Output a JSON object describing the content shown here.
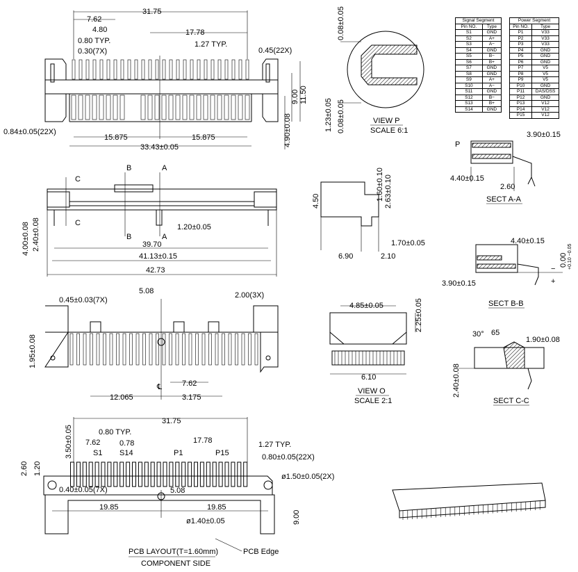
{
  "top_view": {
    "d1": "31.75",
    "d2": "7.62",
    "d3": "4.80",
    "d4": "17.78",
    "d5": "0.80 TYP.",
    "d6": "1.27 TYP.",
    "d7": "0.30(7X)",
    "d8": "0.45(22X)",
    "d9": "11.50",
    "d10": "9.00",
    "d11": "0.84±0.05(22X)",
    "d12": "15.875",
    "d13": "15.875",
    "d14": "33.43±0.05",
    "d15": "4.90±0.08"
  },
  "view_p": {
    "d1": "0.08±0.05",
    "d2": "1.23±0.05",
    "d3": "0.08±0.05",
    "title": "VIEW P",
    "scale": "SCALE 6:1"
  },
  "signal_table": {
    "title": "Signal Segment",
    "headers": [
      "Pin NO.",
      "Type"
    ],
    "rows": [
      [
        "S1",
        "GND"
      ],
      [
        "S2",
        "A+"
      ],
      [
        "S3",
        "A−"
      ],
      [
        "S4",
        "GND"
      ],
      [
        "S5",
        "B−"
      ],
      [
        "S6",
        "B+"
      ],
      [
        "S7",
        "GND"
      ],
      [
        "S8",
        "GND"
      ],
      [
        "S9",
        "A+"
      ],
      [
        "S10",
        "A−"
      ],
      [
        "S11",
        "GND"
      ],
      [
        "S12",
        "B−"
      ],
      [
        "S13",
        "B+"
      ],
      [
        "S14",
        "GND"
      ]
    ]
  },
  "power_table": {
    "title": "Power Segment",
    "headers": [
      "Pin NO.",
      "Type"
    ],
    "rows": [
      [
        "P1",
        "V33"
      ],
      [
        "P2",
        "V33"
      ],
      [
        "P3",
        "V33"
      ],
      [
        "P4",
        "GND"
      ],
      [
        "P5",
        "GND"
      ],
      [
        "P6",
        "GND"
      ],
      [
        "P7",
        "V5"
      ],
      [
        "P8",
        "V5"
      ],
      [
        "P9",
        "V5"
      ],
      [
        "P10",
        "GND"
      ],
      [
        "P11",
        "DAS/DSS"
      ],
      [
        "P12",
        "GND"
      ],
      [
        "P13",
        "V12"
      ],
      [
        "P14",
        "V12"
      ],
      [
        "P15",
        "V12"
      ]
    ]
  },
  "sect_aa": {
    "d1": "3.90±0.15",
    "p": "P",
    "d2": "4.40±0.15",
    "d3": "2.60",
    "title": "SECT A-A"
  },
  "front_view": {
    "b1": "B",
    "a1": "A",
    "c1": "C",
    "c2": "C",
    "b2": "B",
    "a2": "A",
    "d1": "1.20±0.05",
    "d2": "4.00±0.08",
    "d3": "2.40±0.08",
    "d4": "39.70",
    "d5": "41.13±0.15",
    "d6": "42.73"
  },
  "side_view": {
    "d1": "4.50",
    "d2": "1.60±0.10",
    "d3": "2.63±0.10",
    "d4": "1.70±0.05",
    "d5": "6.90",
    "d6": "2.10"
  },
  "sect_bb": {
    "d1": "4.40±0.15",
    "d2": "0.00",
    "d2_tol": "+0.10 −0.05",
    "d3": "3.90±0.15",
    "minus": "−",
    "plus": "+",
    "title": "SECT B-B"
  },
  "bottom_view": {
    "d1": "0.45±0.03(7X)",
    "d2": "5.08",
    "d3": "2.00(3X)",
    "d4": "1.95±0.08",
    "d5": "7.62",
    "d6": "12.065",
    "d7": "3.175",
    "cl": "℄"
  },
  "view_o": {
    "d1": "4.85±0.05",
    "d2": "2.25±0.05",
    "d3": "6.10",
    "title": "VIEW O",
    "scale": "SCALE 2:1"
  },
  "sect_cc": {
    "a1": "30°",
    "a2": "65",
    "d1": "1.90±0.08",
    "d2": "2.40±0.08",
    "title": "SECT C-C"
  },
  "pcb_layout": {
    "d1": "31.75",
    "d2": "0.80 TYP.",
    "d3": "17.78",
    "d4": "7.62",
    "d5": "0.78",
    "d6": "1.27 TYP.",
    "d7": "3.50±0.05",
    "s1": "S1",
    "s14": "S14",
    "p1": "P1",
    "p15": "P15",
    "d8": "0.80±0.05(22X)",
    "d9": "2.60",
    "d10": "1.20",
    "d11": "ø1.50±0.05(2X)",
    "d12": "0.40±0.05(7X)",
    "d13": "5.08",
    "d14": "19.85",
    "d15": "19.85",
    "d16": "9.00",
    "d17": "ø1.40±0.05",
    "title": "PCB LAYOUT(T=1.60mm)",
    "subtitle": "COMPONENT SIDE",
    "edge": "PCB Edge"
  }
}
